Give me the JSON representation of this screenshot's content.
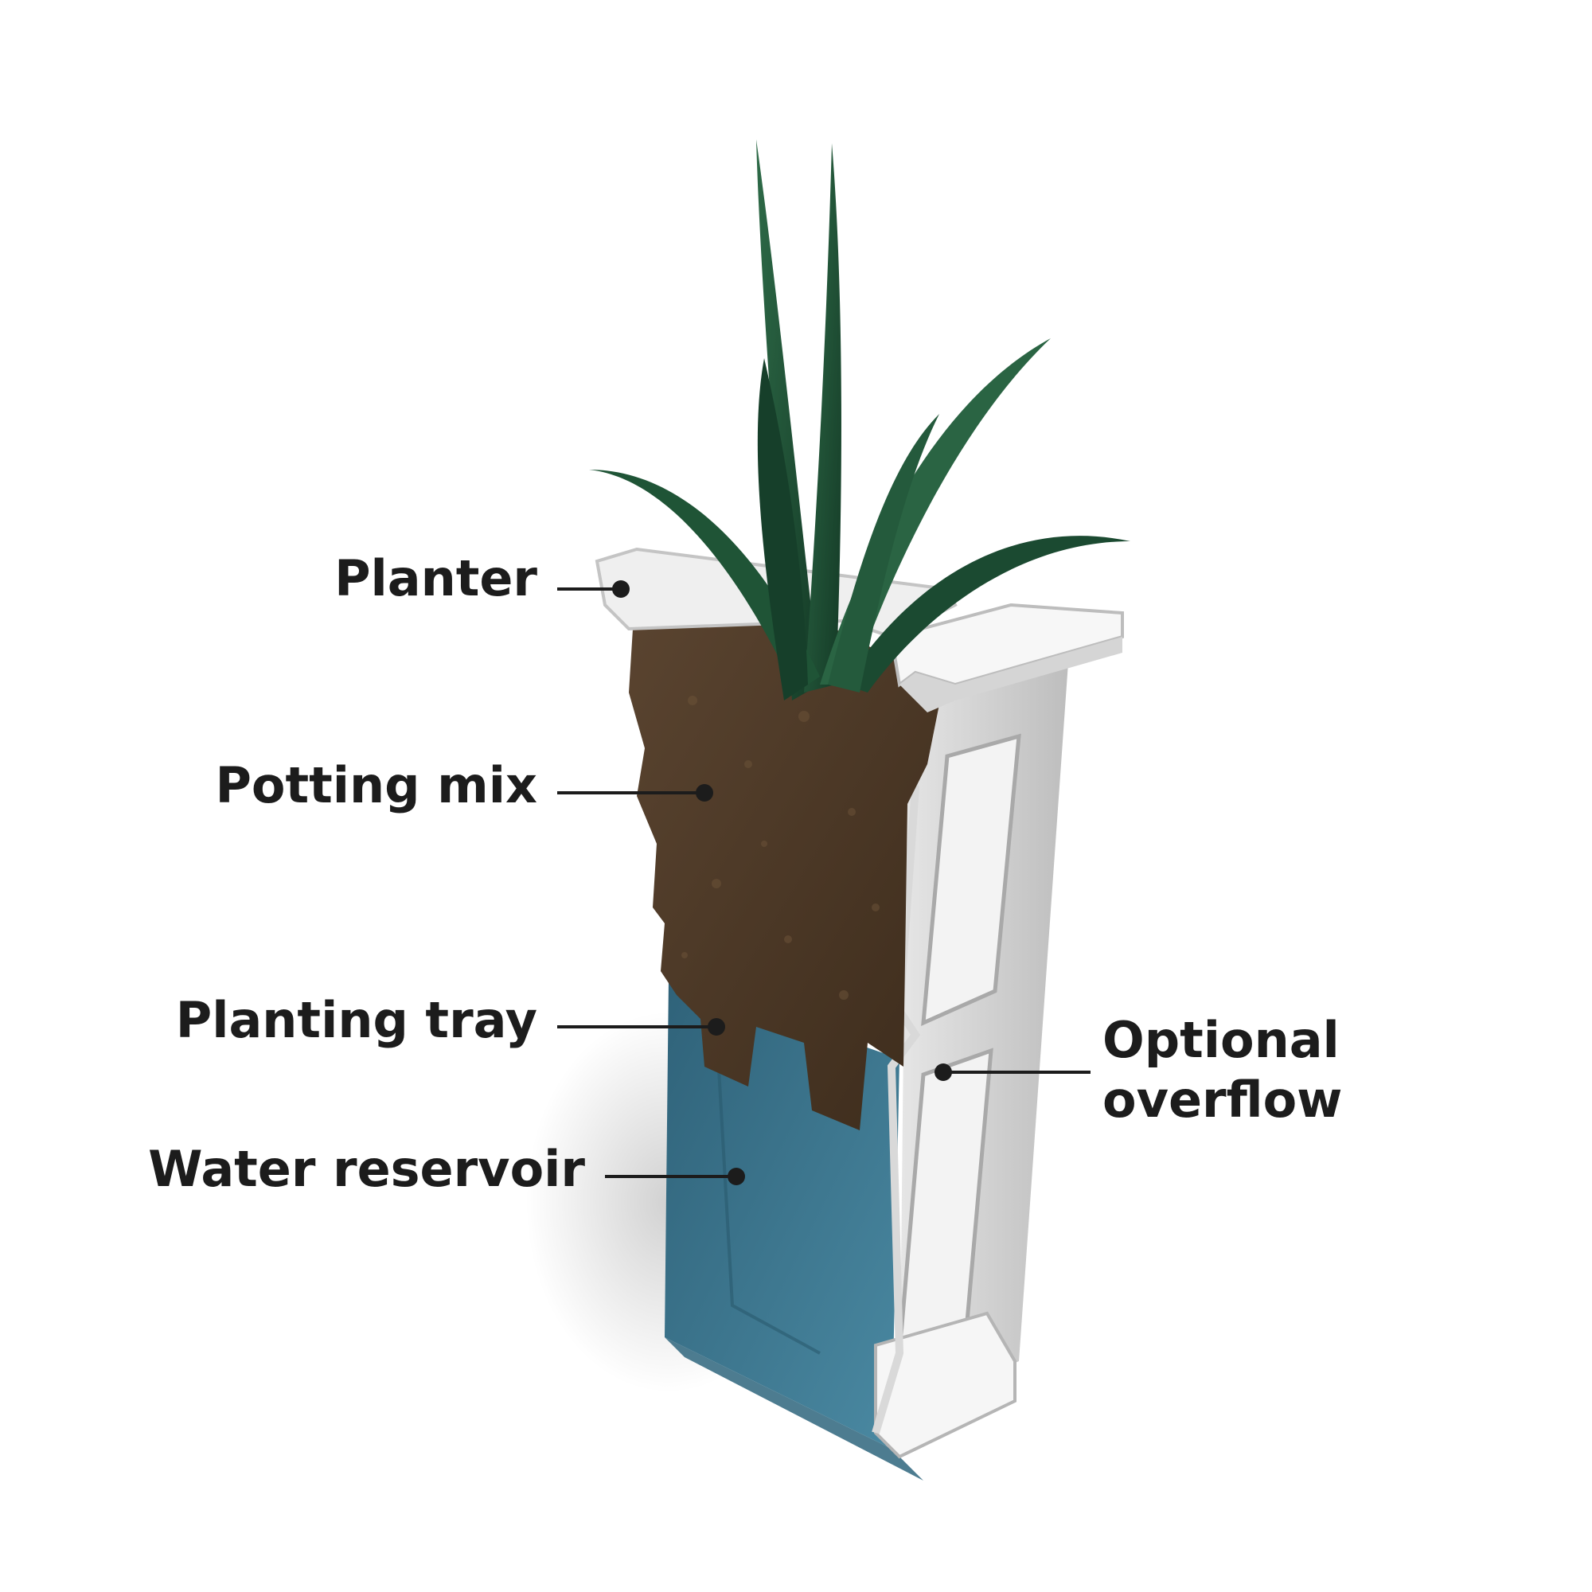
{
  "labels": {
    "planter": "Planter",
    "potting_mix": "Potting mix",
    "planting_tray": "Planting tray",
    "water_reservoir": "Water reservoir",
    "optional_overflow_line1": "Optional",
    "optional_overflow_line2": "overflow"
  },
  "colors": {
    "planter_white": "#f2f2f2",
    "planter_shade": "#c9c9c9",
    "soil": "#4e3a26",
    "water": "#3b6f85",
    "leaf": "#1f4e34",
    "leader": "#1c1c1c"
  }
}
